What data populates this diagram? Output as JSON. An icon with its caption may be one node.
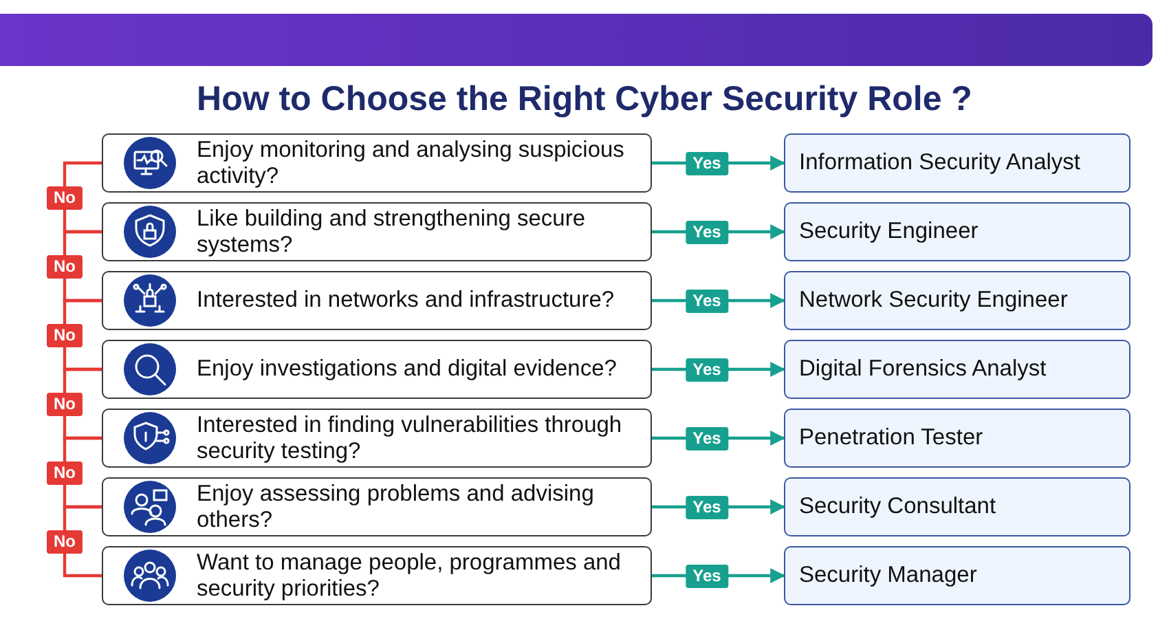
{
  "diagram": {
    "title": "How to Choose the Right Cyber Security Role ?",
    "nodes": [
      {
        "text": [
          "Enjoy monitoring and analysing suspicious activity?"
        ]
      },
      {
        "text": [
          "Information Security Analyst"
        ]
      },
      {
        "text": [
          "Like building and strengthening secure systems?"
        ]
      },
      {
        "text": [
          "Security Engineer"
        ]
      },
      {
        "text": [
          "Interested in networks and infrastructure?"
        ]
      },
      {
        "text": [
          "Network Security Engineer"
        ]
      },
      {
        "text": [
          "Enjoy investigations and digital evidence?"
        ]
      },
      {
        "text": [
          "Digital Forensics Analyst"
        ]
      },
      {
        "text": [
          "Interested in finding vulnerabilities through security testing?"
        ]
      },
      {
        "text": [
          "Penetration Tester"
        ]
      },
      {
        "text": [
          "Enjoy assessing problems and advising others?"
        ]
      },
      {
        "text": [
          "Security Consultant"
        ]
      },
      {
        "text": [
          "Want to manage people, programmes and security priorities?"
        ]
      },
      {
        "text": [
          "Security Manager"
        ]
      }
    ],
    "edges": [
      {
        "from": 0,
        "to": 1,
        "arrow": "to",
        "label": "Yes",
        "color": "#17a08f"
      },
      {
        "from": 2,
        "to": 3,
        "arrow": "to",
        "label": "Yes",
        "color": "#17a08f"
      },
      {
        "from": 4,
        "to": 5,
        "arrow": "to",
        "label": "Yes",
        "color": "#17a08f"
      },
      {
        "from": 6,
        "to": 7,
        "arrow": "to",
        "label": "Yes",
        "color": "#17a08f"
      },
      {
        "from": 8,
        "to": 9,
        "arrow": "to",
        "label": "Yes",
        "color": "#17a08f"
      },
      {
        "from": 10,
        "to": 11,
        "arrow": "to",
        "label": "Yes",
        "color": "#17a08f"
      },
      {
        "from": 12,
        "to": 13,
        "arrow": "to",
        "label": "Yes",
        "color": "#17a08f"
      },
      {
        "from": 0,
        "to": 2,
        "arrow": "none",
        "label": "No",
        "color": "#e53935"
      },
      {
        "from": 2,
        "to": 4,
        "arrow": "none",
        "label": "No",
        "color": "#e53935"
      },
      {
        "from": 4,
        "to": 6,
        "arrow": "none",
        "label": "No",
        "color": "#e53935"
      },
      {
        "from": 6,
        "to": 8,
        "arrow": "none",
        "label": "No",
        "color": "#e53935"
      },
      {
        "from": 8,
        "to": 10,
        "arrow": "none",
        "label": "No",
        "color": "#e53935"
      },
      {
        "from": 10,
        "to": 12,
        "arrow": "none",
        "label": "No",
        "color": "#e53935"
      }
    ]
  }
}
